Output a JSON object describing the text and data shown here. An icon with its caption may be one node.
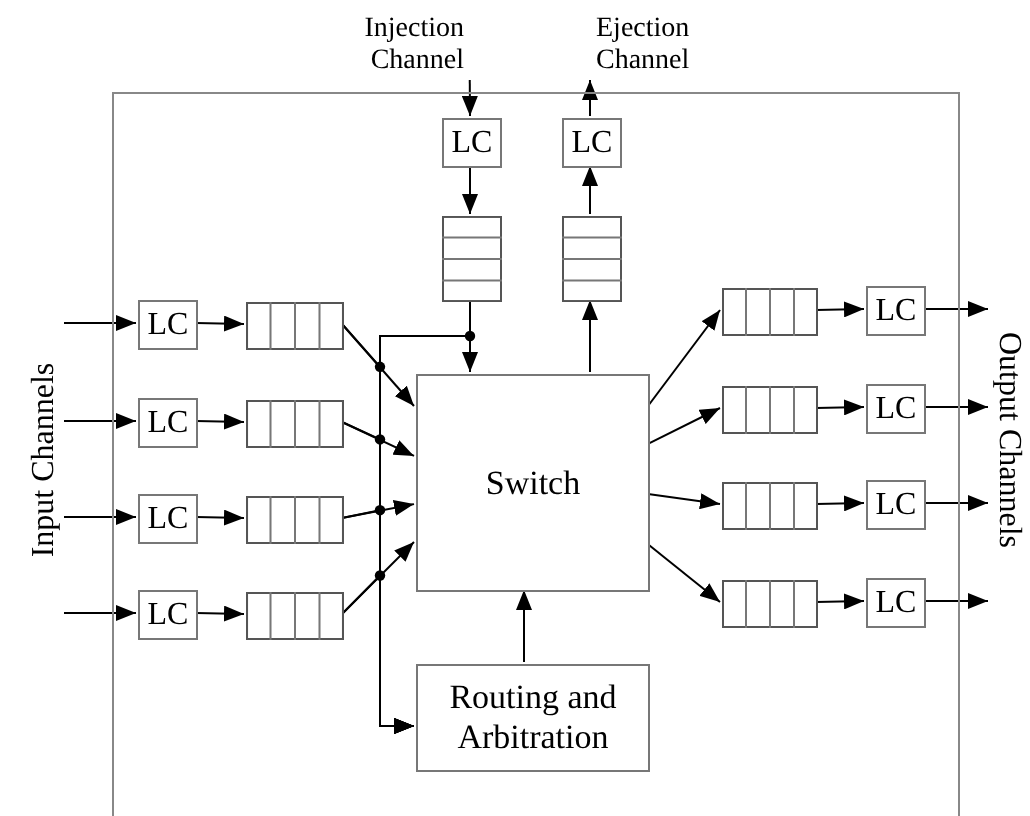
{
  "diagram": {
    "nodes": [
      {
        "text": [],
        "shape": "box"
      },
      {
        "text": [
          "Injection Channel"
        ]
      },
      {
        "text": [
          "Ejection Channel"
        ]
      },
      {
        "text": [
          "LC"
        ],
        "in": 0
      },
      {
        "text": [
          "LC"
        ],
        "in": 0
      },
      {
        "text": [],
        "shape": "box",
        "in": 0
      },
      {
        "text": [],
        "shape": "box",
        "in": 0
      },
      {
        "text": [
          "LC"
        ],
        "in": 0
      },
      {
        "text": [
          "LC"
        ],
        "in": 0
      },
      {
        "text": [
          "LC"
        ],
        "in": 0
      },
      {
        "text": [
          "LC"
        ],
        "in": 0
      },
      {
        "text": [],
        "shape": "box",
        "in": 0
      },
      {
        "text": [],
        "shape": "box",
        "in": 0
      },
      {
        "text": [],
        "shape": "box",
        "in": 0
      },
      {
        "text": [],
        "shape": "box",
        "in": 0
      },
      {
        "text": [
          "Switch"
        ],
        "in": 0
      },
      {
        "text": [],
        "shape": "box",
        "in": 0
      },
      {
        "text": [],
        "shape": "box",
        "in": 0
      },
      {
        "text": [],
        "shape": "box",
        "in": 0
      },
      {
        "text": [],
        "shape": "box",
        "in": 0
      },
      {
        "text": [
          "LC"
        ],
        "in": 0
      },
      {
        "text": [
          "LC"
        ],
        "in": 0
      },
      {
        "text": [
          "LC"
        ],
        "in": 0
      },
      {
        "text": [
          "LC"
        ],
        "in": 0
      },
      {
        "text": [
          "Routing and Arbitration"
        ],
        "in": 0
      },
      {
        "text": [
          "Input Channels"
        ]
      },
      {
        "text": [
          "Output Channels"
        ]
      }
    ],
    "edges": [
      {
        "from": 1,
        "to": 3,
        "arrow": "to"
      },
      {
        "from": 3,
        "to": 5,
        "arrow": "to"
      },
      {
        "from": 5,
        "to": 15,
        "arrow": "to"
      },
      {
        "from": 5,
        "to": 24,
        "arrow": "to"
      },
      {
        "from": 15,
        "to": 6,
        "arrow": "to"
      },
      {
        "from": 6,
        "to": 4,
        "arrow": "to"
      },
      {
        "from": 4,
        "to": 2,
        "arrow": "to"
      },
      {
        "from": 25,
        "to": 7,
        "arrow": "to"
      },
      {
        "from": 25,
        "to": 8,
        "arrow": "to"
      },
      {
        "from": 25,
        "to": 9,
        "arrow": "to"
      },
      {
        "from": 25,
        "to": 10,
        "arrow": "to"
      },
      {
        "from": 7,
        "to": 11,
        "arrow": "to"
      },
      {
        "from": 8,
        "to": 12,
        "arrow": "to"
      },
      {
        "from": 9,
        "to": 13,
        "arrow": "to"
      },
      {
        "from": 10,
        "to": 14,
        "arrow": "to"
      },
      {
        "from": 11,
        "to": 15,
        "arrow": "to"
      },
      {
        "from": 12,
        "to": 15,
        "arrow": "to"
      },
      {
        "from": 13,
        "to": 15,
        "arrow": "to"
      },
      {
        "from": 14,
        "to": 15,
        "arrow": "to"
      },
      {
        "from": 11,
        "to": 24,
        "arrow": "to"
      },
      {
        "from": 12,
        "to": 24,
        "arrow": "to"
      },
      {
        "from": 13,
        "to": 24,
        "arrow": "to"
      },
      {
        "from": 14,
        "to": 24,
        "arrow": "to"
      },
      {
        "from": 15,
        "to": 16,
        "arrow": "to"
      },
      {
        "from": 15,
        "to": 17,
        "arrow": "to"
      },
      {
        "from": 15,
        "to": 18,
        "arrow": "to"
      },
      {
        "from": 15,
        "to": 19,
        "arrow": "to"
      },
      {
        "from": 16,
        "to": 20,
        "arrow": "to"
      },
      {
        "from": 17,
        "to": 21,
        "arrow": "to"
      },
      {
        "from": 18,
        "to": 22,
        "arrow": "to"
      },
      {
        "from": 19,
        "to": 23,
        "arrow": "to"
      },
      {
        "from": 20,
        "to": 26,
        "arrow": "to"
      },
      {
        "from": 21,
        "to": 26,
        "arrow": "to"
      },
      {
        "from": 22,
        "to": 26,
        "arrow": "to"
      },
      {
        "from": 23,
        "to": 26,
        "arrow": "to"
      },
      {
        "from": 24,
        "to": 15,
        "arrow": "to"
      }
    ]
  }
}
